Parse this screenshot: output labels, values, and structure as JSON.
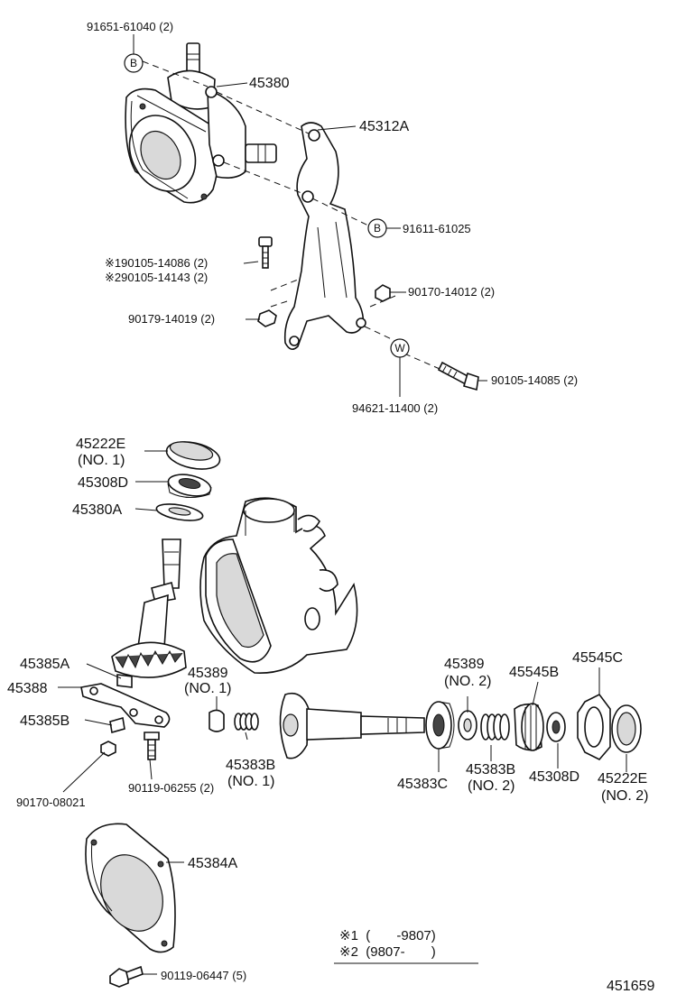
{
  "labels": {
    "p1": "91651-61040 (2)",
    "p2": "45380",
    "p3": "45312A",
    "p4": "91611-61025",
    "p5a": "※190105-14086 (2)",
    "p5b": "※290105-14143 (2)",
    "p6": "90170-14012 (2)",
    "p7": "90179-14019 (2)",
    "p8": "90105-14085 (2)",
    "p9": "94621-11400 (2)",
    "p10a": "45222E",
    "p10b": "(NO. 1)",
    "p11": "45308D",
    "p12": "45380A",
    "p13": "45385A",
    "p14": "45388",
    "p15": "45385B",
    "p16a": "45389",
    "p16b": "(NO. 1)",
    "p17a": "45383B",
    "p17b": "(NO. 1)",
    "p18": "90119-06255 (2)",
    "p19": "90170-08021",
    "p20a": "45389",
    "p20b": "(NO. 2)",
    "p21": "45545B",
    "p22": "45545C",
    "p23": "45383C",
    "p24a": "45383B",
    "p24b": "(NO. 2)",
    "p25": "45308D",
    "p26a": "45222E",
    "p26b": "(NO. 2)",
    "p27": "45384A",
    "p28": "90119-06447 (5)"
  },
  "markers": {
    "b": "B",
    "w": "W"
  },
  "legend": {
    "row1": "※1  (       -9807)",
    "row2": "※2  (9807-       )"
  },
  "figure_number": "451659"
}
